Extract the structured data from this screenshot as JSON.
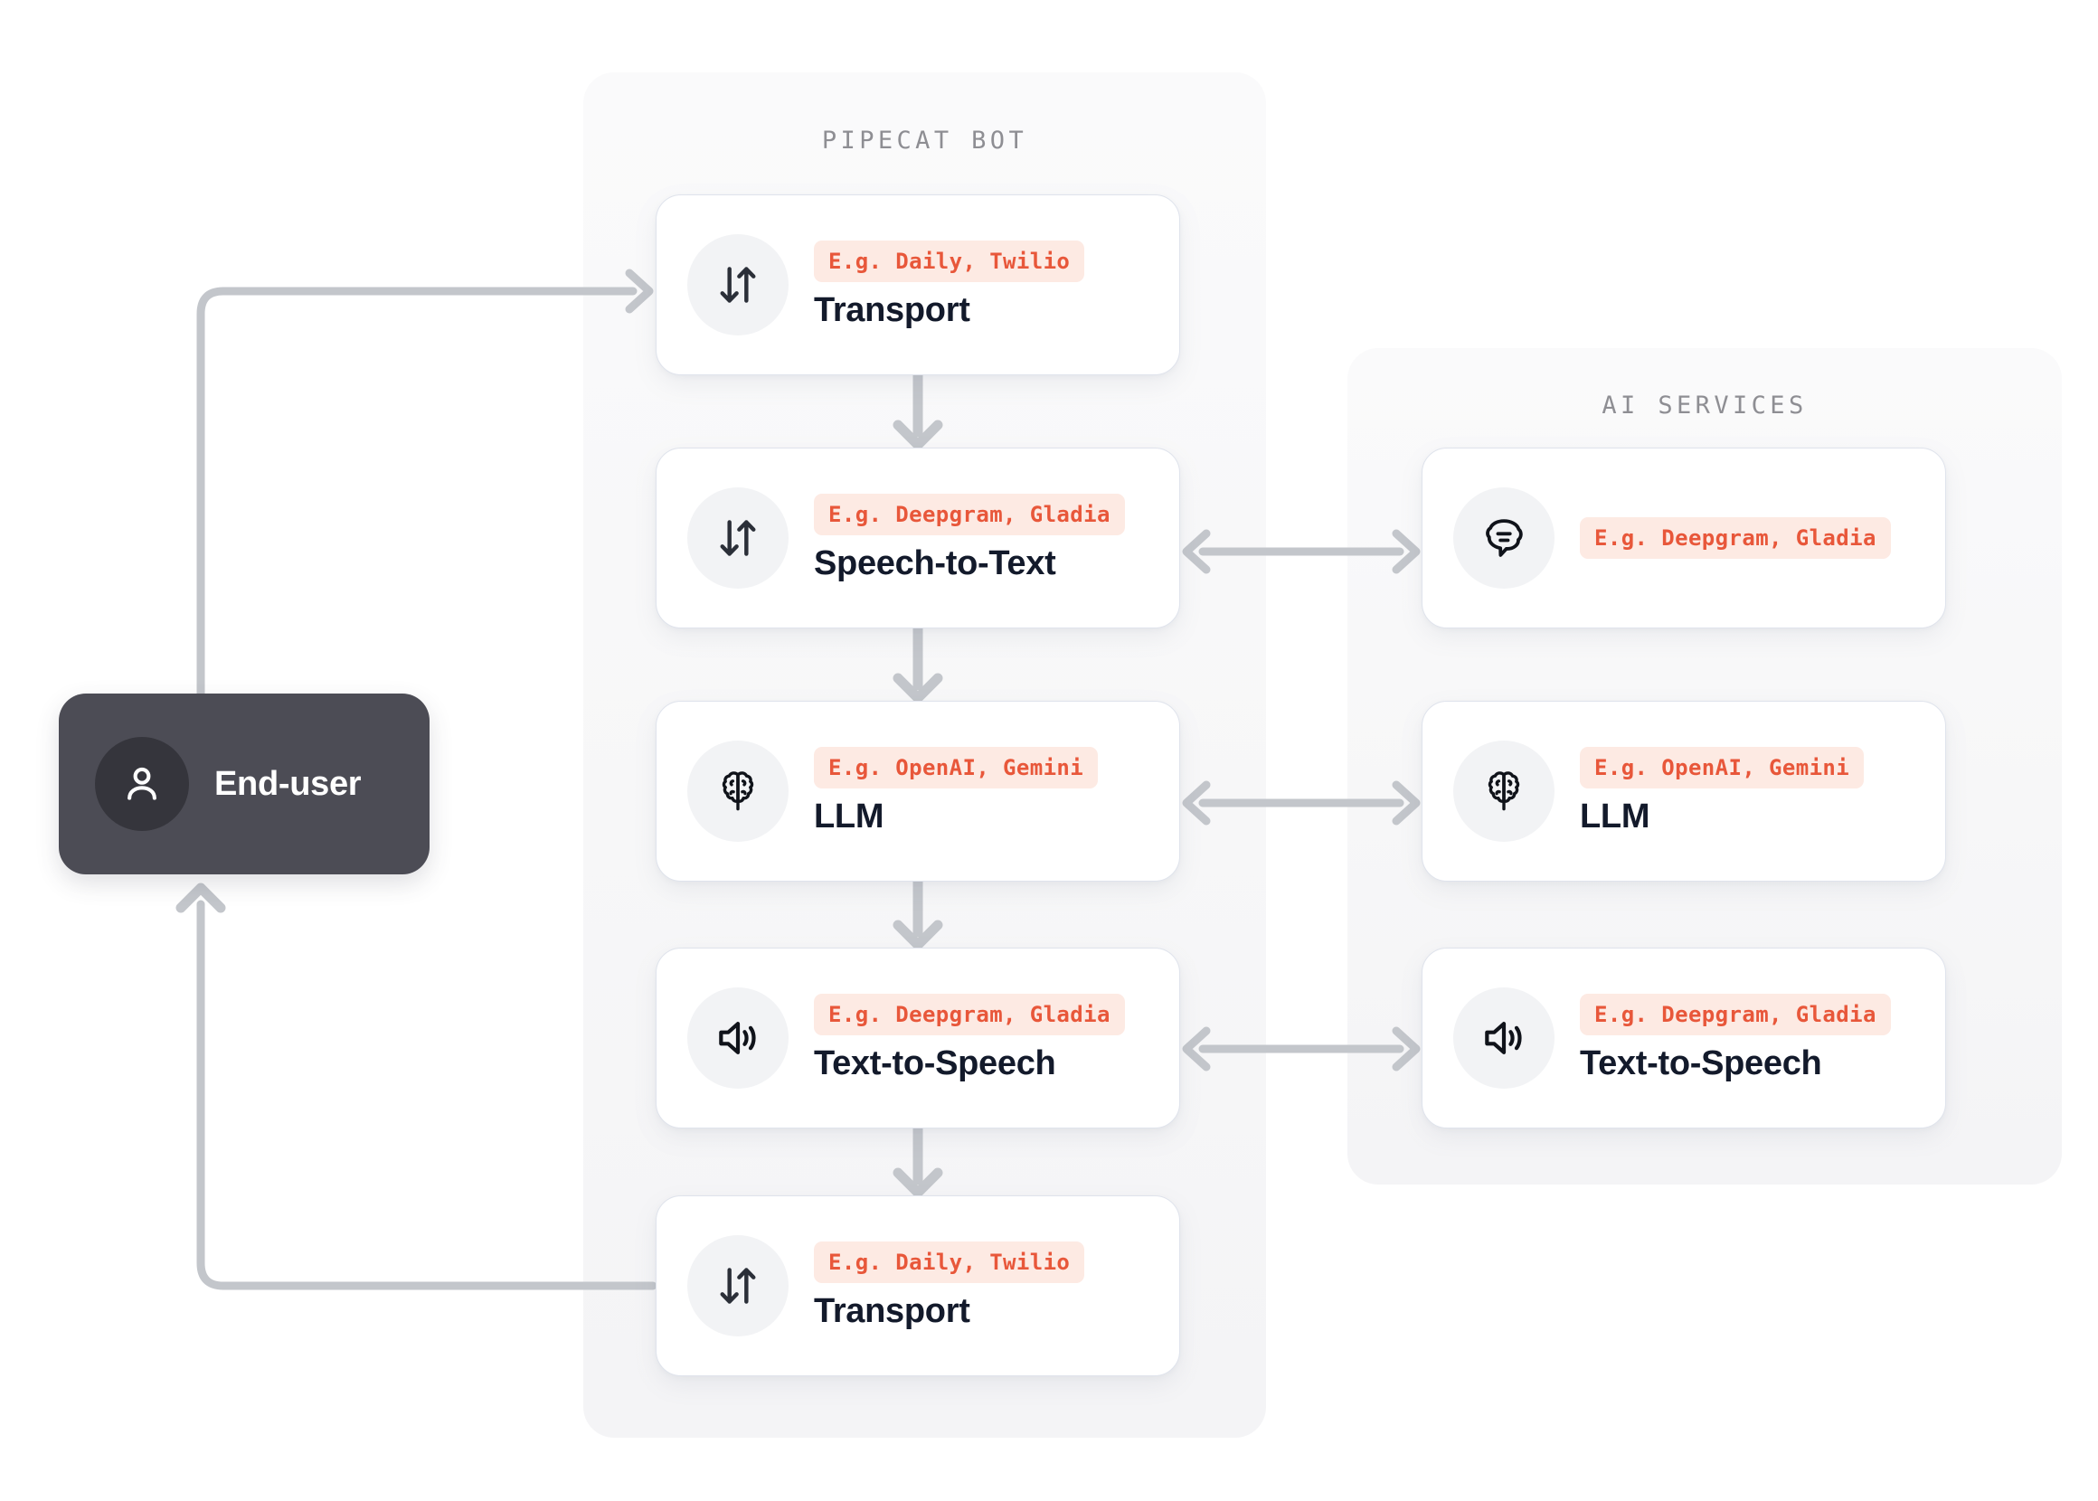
{
  "colors": {
    "badge_bg": "#fdeae3",
    "badge_text": "#e8573a",
    "card_bg": "#ffffff",
    "card_border": "#dfe3ec",
    "panel_bg": "#f7f7f8",
    "panel_title": "#8e8e93",
    "title_text": "#131a2b",
    "enduser_bg": "#4c4c55",
    "enduser_avatar_bg": "#35353c",
    "connector": "#c3c6cb",
    "icon_circle_bg": "#f2f3f5"
  },
  "end_user": {
    "label": "End-user",
    "icon": "person-icon"
  },
  "panels": [
    {
      "id": "bot",
      "title": "PIPECAT BOT"
    },
    {
      "id": "ai",
      "title": "AI SERVICES"
    }
  ],
  "bot_pipeline": [
    {
      "id": "transport-in",
      "badge": "E.g. Daily, Twilio",
      "title": "Transport",
      "icon": "transfer-arrows-icon"
    },
    {
      "id": "speech-to-text",
      "badge": "E.g. Deepgram, Gladia",
      "title": "Speech-to-Text",
      "icon": "transfer-arrows-icon"
    },
    {
      "id": "llm",
      "badge": "E.g. OpenAI, Gemini",
      "title": "LLM",
      "icon": "brain-icon"
    },
    {
      "id": "text-to-speech",
      "badge": "E.g. Deepgram, Gladia",
      "title": "Text-to-Speech",
      "icon": "speaker-icon"
    },
    {
      "id": "transport-out",
      "badge": "E.g. Daily, Twilio",
      "title": "Transport",
      "icon": "transfer-arrows-icon"
    }
  ],
  "ai_services": [
    {
      "id": "ai-speech-to-text",
      "badge": "E.g. Deepgram, Gladia",
      "title": "",
      "icon": "speech-bubble-icon"
    },
    {
      "id": "ai-llm",
      "badge": "E.g. OpenAI, Gemini",
      "title": "LLM",
      "icon": "brain-icon"
    },
    {
      "id": "ai-text-to-speech",
      "badge": "E.g. Deepgram, Gladia",
      "title": "Text-to-Speech",
      "icon": "speaker-icon"
    }
  ],
  "connectors": [
    {
      "id": "enduser-to-transport-in",
      "from": "End-user",
      "to": "Transport",
      "direction": "one-way"
    },
    {
      "id": "transport-in-to-stt",
      "from": "Transport",
      "to": "Speech-to-Text",
      "direction": "one-way"
    },
    {
      "id": "stt-to-llm",
      "from": "Speech-to-Text",
      "to": "LLM",
      "direction": "one-way"
    },
    {
      "id": "llm-to-tts",
      "from": "LLM",
      "to": "Text-to-Speech",
      "direction": "one-way"
    },
    {
      "id": "tts-to-transport-out",
      "from": "Text-to-Speech",
      "to": "Transport",
      "direction": "one-way"
    },
    {
      "id": "transport-out-to-enduser",
      "from": "Transport",
      "to": "End-user",
      "direction": "one-way"
    },
    {
      "id": "stt-to-ai-stt",
      "from": "Speech-to-Text",
      "to": "AI Speech-to-Text",
      "direction": "two-way"
    },
    {
      "id": "llm-to-ai-llm",
      "from": "LLM",
      "to": "AI LLM",
      "direction": "two-way"
    },
    {
      "id": "tts-to-ai-tts",
      "from": "Text-to-Speech",
      "to": "AI Text-to-Speech",
      "direction": "two-way"
    }
  ]
}
